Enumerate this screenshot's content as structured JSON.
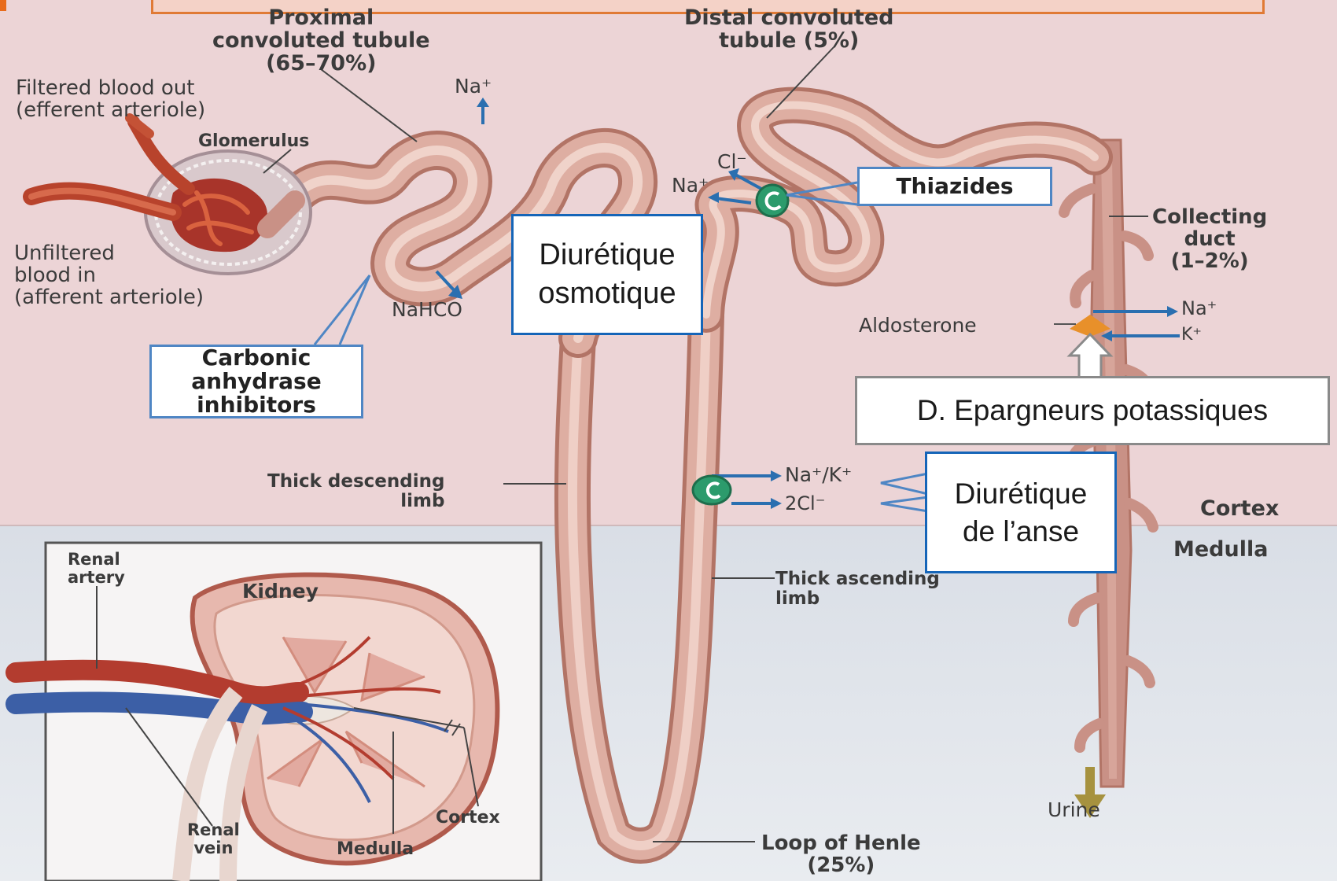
{
  "labels": {
    "pct_title": "Proximal\nconvoluted tubule\n(65–70%)",
    "dct_title": "Distal convoluted\ntubule (5%)",
    "filtered_out": "Filtered blood out\n(efferent arteriole)",
    "glomerulus": "Glomerulus",
    "unfiltered_in": "Unfiltered\nblood in\n(afferent arteriole)",
    "na_top": "Na⁺",
    "nahco3": "NaHCO",
    "cl_dct": "Cl⁻",
    "na_dct": "Na⁺",
    "collecting_duct": "Collecting\nduct\n(1–2%)",
    "aldosterone": "Aldosterone",
    "na_cd": "Na⁺",
    "k_cd": "K⁺",
    "thick_desc": "Thick descending\nlimb",
    "nak_loop": "Na⁺/K⁺",
    "cl2_loop": "2Cl⁻",
    "cortex_right": "Cortex",
    "medulla_right": "Medulla",
    "thick_asc": "Thick ascending\nlimb",
    "urine": "Urine",
    "loop_henle": "Loop of Henle\n(25%)"
  },
  "drug_boxes": {
    "thiazides": "Thiazides",
    "carbonic": "Carbonic\nanhydrase\ninhibitors"
  },
  "callouts": {
    "osmotic": "Diurétique\nosmotique",
    "potassium_sparing": "D. Epargneurs potassiques",
    "loop": "Diurétique\nde l’anse"
  },
  "inset": {
    "renal_artery": "Renal\nartery",
    "kidney": "Kidney",
    "renal_vein": "Renal\nvein",
    "medulla": "Medulla",
    "cortex": "Cortex"
  }
}
